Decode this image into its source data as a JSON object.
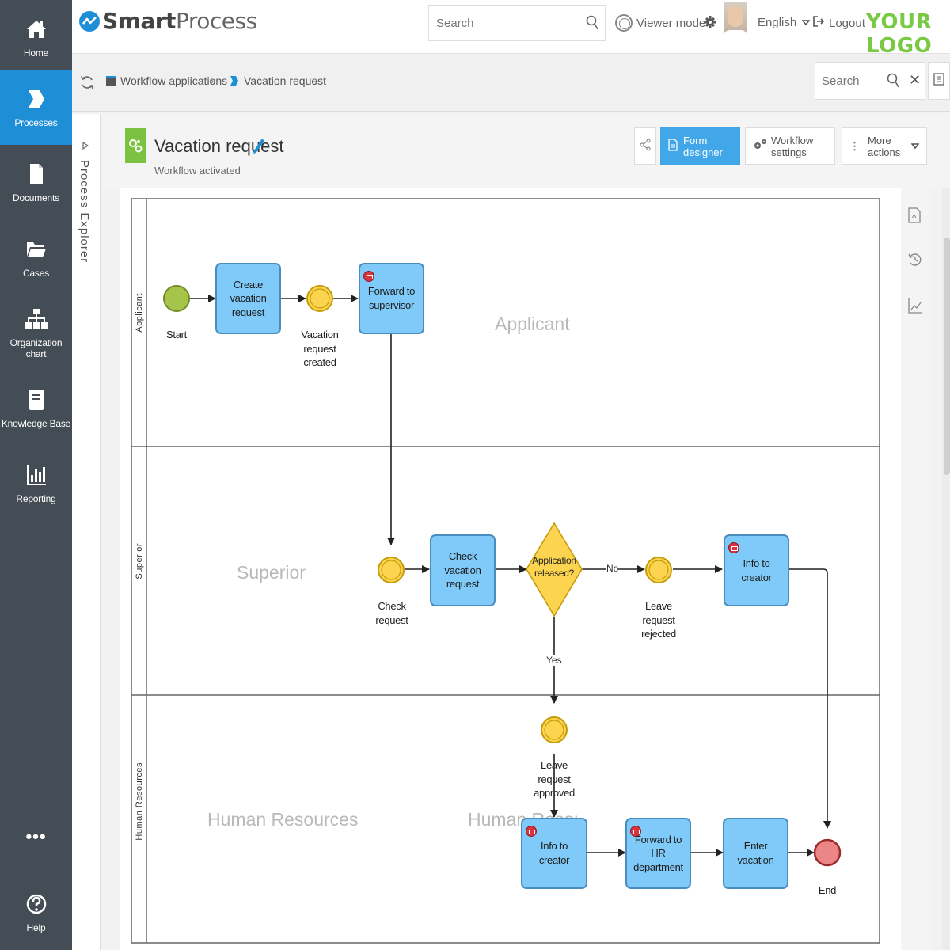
{
  "sidebar": {
    "items": [
      {
        "label": "Home",
        "icon": "home-icon"
      },
      {
        "label": "Processes",
        "icon": "processes-icon"
      },
      {
        "label": "Documents",
        "icon": "document-icon"
      },
      {
        "label": "Cases",
        "icon": "folder-icon"
      },
      {
        "label": "Organization chart",
        "icon": "org-chart-icon"
      },
      {
        "label": "Knowledge Base",
        "icon": "book-icon"
      },
      {
        "label": "Reporting",
        "icon": "bar-chart-icon"
      }
    ],
    "more": "•••",
    "help": "Help"
  },
  "header": {
    "logo_bold": "Smart",
    "logo_regular": "Process",
    "search_placeholder": "Search",
    "viewer_mode": "Viewer mode",
    "language": "English",
    "logout": "Logout",
    "brand_logo": "YOUR LOGO"
  },
  "breadcrumb": {
    "items": [
      "Workflow applications",
      "Vacation request"
    ],
    "search_placeholder": "Search"
  },
  "explorer": {
    "label": "Process Explorer"
  },
  "page": {
    "title": "Vacation request",
    "subtitle": "Workflow activated",
    "buttons": {
      "form_designer": "Form designer",
      "workflow_settings": "Workflow settings",
      "more_actions": "More actions"
    }
  },
  "diagram": {
    "lanes": [
      {
        "name": "Applicant",
        "watermarks": [
          "Applicant"
        ]
      },
      {
        "name": "Superior",
        "watermarks": [
          "Superior"
        ]
      },
      {
        "name": "Human Resources",
        "watermarks": [
          "Human Resources",
          "Human Resources"
        ]
      }
    ],
    "nodes": {
      "start": "Start",
      "create_request": "Create vacation request",
      "request_created": "Vacation request created",
      "forward_supervisor": "Forward to supervisor",
      "check_request_event": "Check request",
      "check_vacation_request": "Check vacation request",
      "decision": "Application released?",
      "leave_rejected": "Leave request rejected",
      "info_creator_1": "Info to creator",
      "leave_approved": "Leave request approved",
      "info_creator_2": "Info to creator",
      "forward_hr": "Forward to HR department",
      "enter_vacation": "Enter vacation",
      "end": "End"
    },
    "flow_labels": {
      "no": "No",
      "yes": "Yes"
    }
  },
  "colors": {
    "sidebar_bg": "#444c55",
    "sidebar_active": "#1e8fd6",
    "task_fill": "#7fcaf8",
    "event_fill": "#fdd44f",
    "start_fill": "#a7c44a",
    "end_fill": "#ec8585",
    "brand_green": "#7ac943",
    "primary_button": "#42a7e8"
  }
}
